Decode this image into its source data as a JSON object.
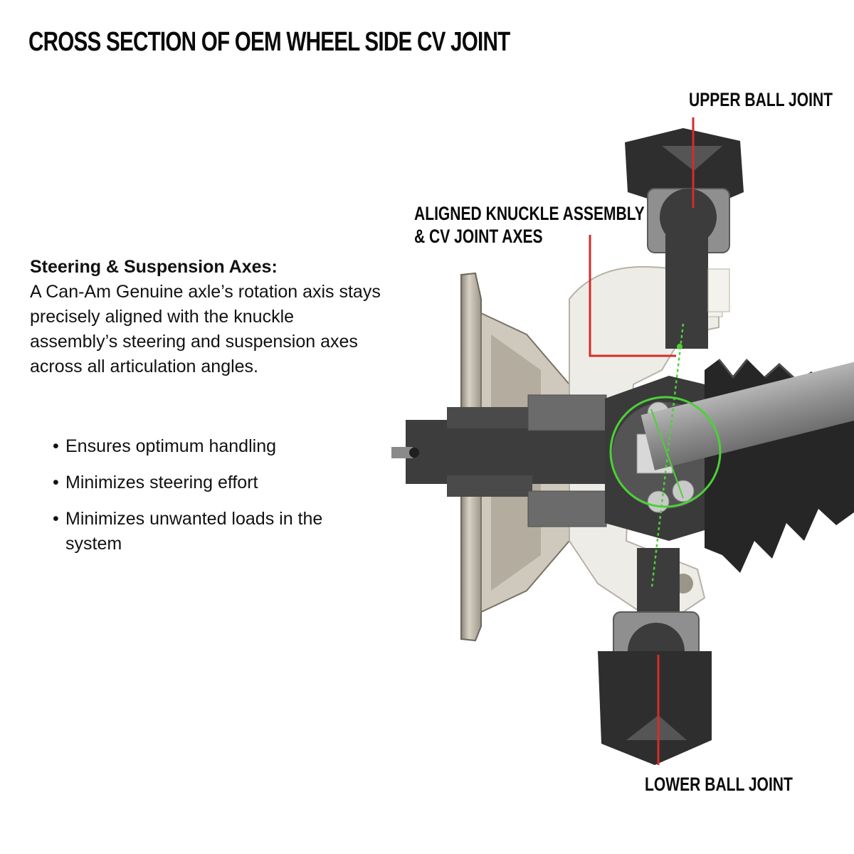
{
  "title": "CROSS SECTION OF OEM WHEEL SIDE CV JOINT",
  "callouts": {
    "upper_ball_joint": "UPPER BALL JOINT",
    "aligned_axes_line1": "ALIGNED KNUCKLE ASSEMBLY",
    "aligned_axes_line2": "& CV JOINT AXES",
    "lower_ball_joint": "LOWER BALL JOINT"
  },
  "description": {
    "heading": "Steering & Suspension Axes:",
    "body": "A Can-Am Genuine axle’s rotation axis stays precisely aligned with the knuckle assembly’s steering and suspension axes across all articulation angles."
  },
  "bullets": [
    "Ensures optimum handling",
    "Minimizes steering effort",
    "Minimizes unwanted loads in the system"
  ],
  "colors": {
    "callout_line": "#d62b2b",
    "axis_green": "#4cd137",
    "dark_part": "#3a3a3a",
    "light_part": "#eeece6",
    "metal": "#bdb6aa"
  }
}
